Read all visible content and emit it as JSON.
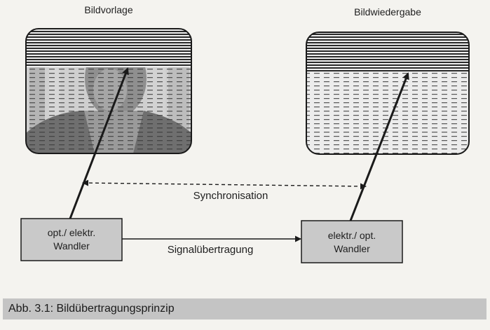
{
  "diagram": {
    "source_label": "Bildvorlage",
    "target_label": "Bildwiedergabe",
    "sync_label": "Synchronisation",
    "signal_label": "Signalübertragung",
    "source_converter": {
      "line1": "opt./ elektr.",
      "line2": "Wandler"
    },
    "target_converter": {
      "line1": "elektr./ opt.",
      "line2": "Wandler"
    }
  },
  "caption": "Abb. 3.1: Bildübertragungsprinzip",
  "colors": {
    "box_fill": "#c9c9c9",
    "line": "#1a1a1a",
    "screen_fill": "#ededed",
    "photo_gray": "#8e8e8e"
  }
}
